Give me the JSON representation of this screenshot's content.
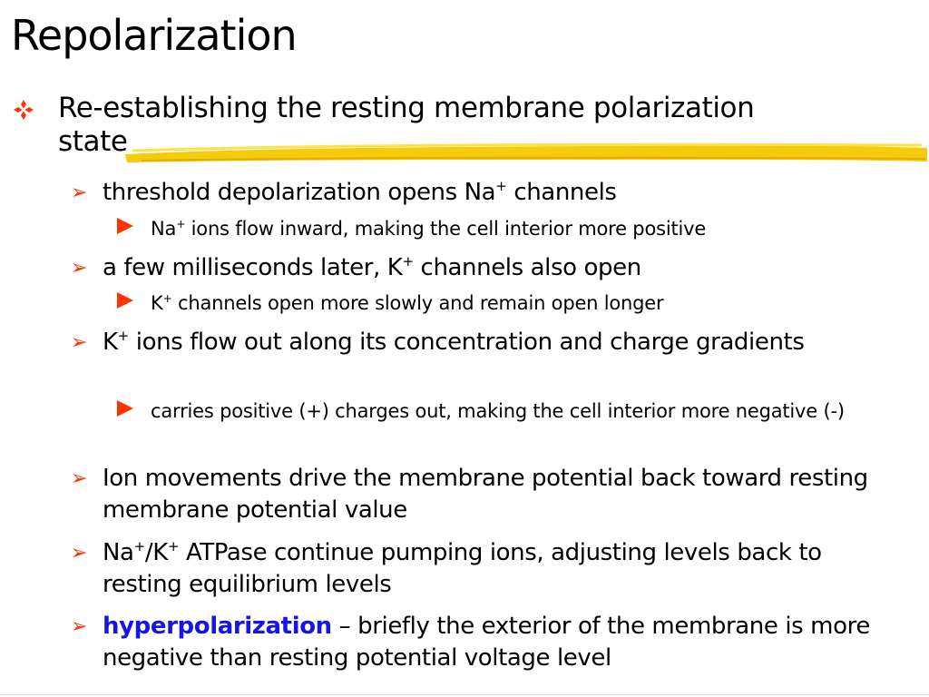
{
  "slide": {
    "title": "Repolarization",
    "colors": {
      "bullet_red": "#ff3300",
      "hyper_blue": "#1515e6",
      "highlight_yellow": "#f5c800"
    },
    "icons": {
      "level1": "diamond-four-petal-icon",
      "level2": "arrowhead-icon",
      "level3": "triangle-right-icon"
    },
    "main_point": {
      "line1": "Re-establishing the resting membrane polarization",
      "line2": "state"
    },
    "points": [
      {
        "pre": "threshold depolarization opens Na",
        "sup": "+",
        "post": " channels",
        "sub": {
          "pre": "Na",
          "sup": "+",
          "post": " ions flow inward, making the cell interior more positive"
        }
      },
      {
        "pre": "a few milliseconds later, K",
        "sup": "+",
        "post": " channels also open",
        "sub": {
          "pre": "K",
          "sup": "+",
          "post": " channels open more slowly and remain open longer"
        }
      },
      {
        "pre": "K",
        "sup": "+",
        "post": " ions flow out along its concentration and charge gradients",
        "sub": {
          "pre": "carries positive (+) charges out, making the cell interior more negative (-)"
        }
      },
      {
        "text": "Ion movements drive the membrane potential back toward resting membrane potential value"
      },
      {
        "a": "Na",
        "sup1": "+",
        "b": "/K",
        "sup2": "+",
        "c": " ATPase continue pumping ions, adjusting levels back to resting equilibrium levels"
      },
      {
        "term": "hyperpolarization",
        "rest": " – briefly the exterior of the membrane is more negative than resting potential voltage level"
      }
    ]
  }
}
